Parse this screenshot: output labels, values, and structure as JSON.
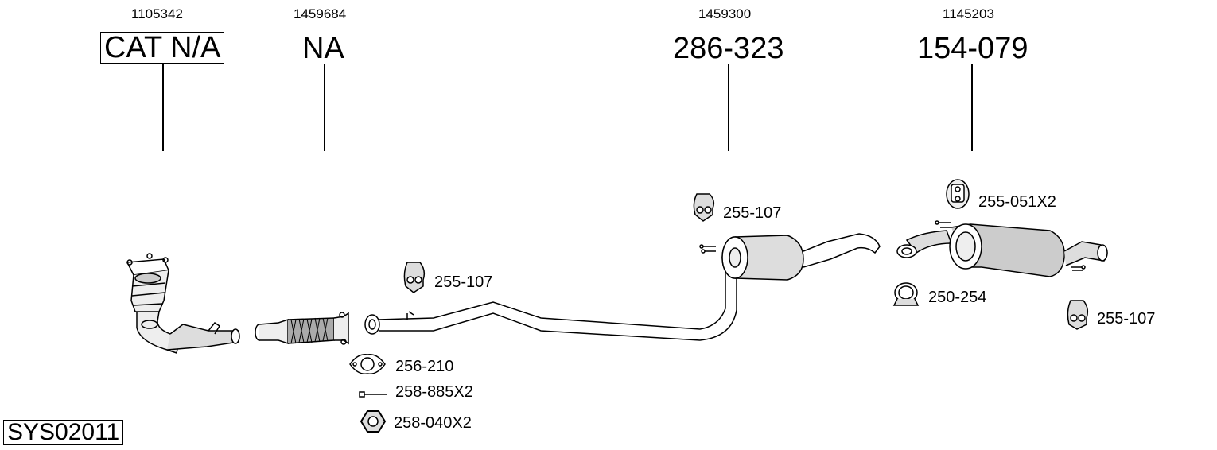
{
  "columns": [
    {
      "number": "1105342",
      "part": "CAT N/A",
      "boxed": true
    },
    {
      "number": "1459684",
      "part": "NA",
      "boxed": false
    },
    {
      "number": "1459300",
      "part": "286-323",
      "boxed": false
    },
    {
      "number": "1145203",
      "part": "154-079",
      "boxed": false
    }
  ],
  "labels": {
    "hanger_front": "255-107",
    "hanger_mid": "255-107",
    "hanger_rear_top": "255-051X2",
    "clamp": "250-254",
    "hanger_rear": "255-107",
    "gasket": "256-210",
    "bolt": "258-885X2",
    "nut": "258-040X2"
  },
  "system_code": "SYS02011"
}
